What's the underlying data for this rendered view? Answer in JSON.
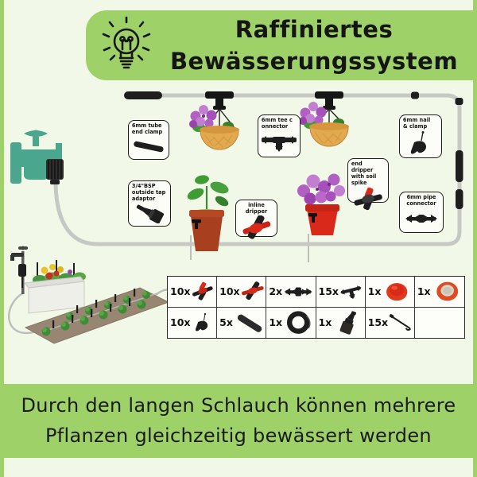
{
  "title": {
    "line1": "Raffiniertes",
    "line2": "Bewässerungssystem",
    "icon": "lightbulb-icon"
  },
  "labels": {
    "tube_end_clamp": "6mm tube\nend clamp",
    "tee_connector": "6mm tee c\nonnector",
    "nail_clamp": "6mm nail\n& clamp",
    "tap_adaptor": "3/4\"BSP\noutside tap\nadaptor",
    "inline_dripper": "inline dripper",
    "end_dripper": "end dripper\nwith soil\nspike",
    "pipe_connector": "6mm pipe\nconnector"
  },
  "parts_grid": {
    "items": [
      {
        "qty": "10x",
        "name": "end-dripper"
      },
      {
        "qty": "10x",
        "name": "inline-dripper"
      },
      {
        "qty": "2x",
        "name": "straight-connector"
      },
      {
        "qty": "15x",
        "name": "tee-connector"
      },
      {
        "qty": "1x",
        "name": "red-cap"
      },
      {
        "qty": "1x",
        "name": "filter-washer"
      },
      {
        "qty": "10x",
        "name": "nail-clamp"
      },
      {
        "qty": "5x",
        "name": "tube-segment"
      },
      {
        "qty": "1x",
        "name": "tube-coil"
      },
      {
        "qty": "1x",
        "name": "tap-adaptor"
      },
      {
        "qty": "15x",
        "name": "soil-spike"
      },
      {
        "qty": "",
        "name": "empty"
      }
    ]
  },
  "footer": {
    "text": "Durch den langen Schlauch können mehrere\nPflanzen gleichzeitig bewässert werden"
  },
  "colors": {
    "banner_green": "#9ed167",
    "background": "#f1f8e7",
    "tube_grey": "#c6c8c4",
    "tap_teal": "#4aa78e",
    "part_black": "#1e1e1e",
    "dripper_red": "#d8291a",
    "basket_tan": "#e3a94e",
    "flower_purple": "#b25fc2",
    "pot_terracotta": "#a8401f",
    "bed_brown": "#988672",
    "leaf_green": "#3f9c35"
  }
}
